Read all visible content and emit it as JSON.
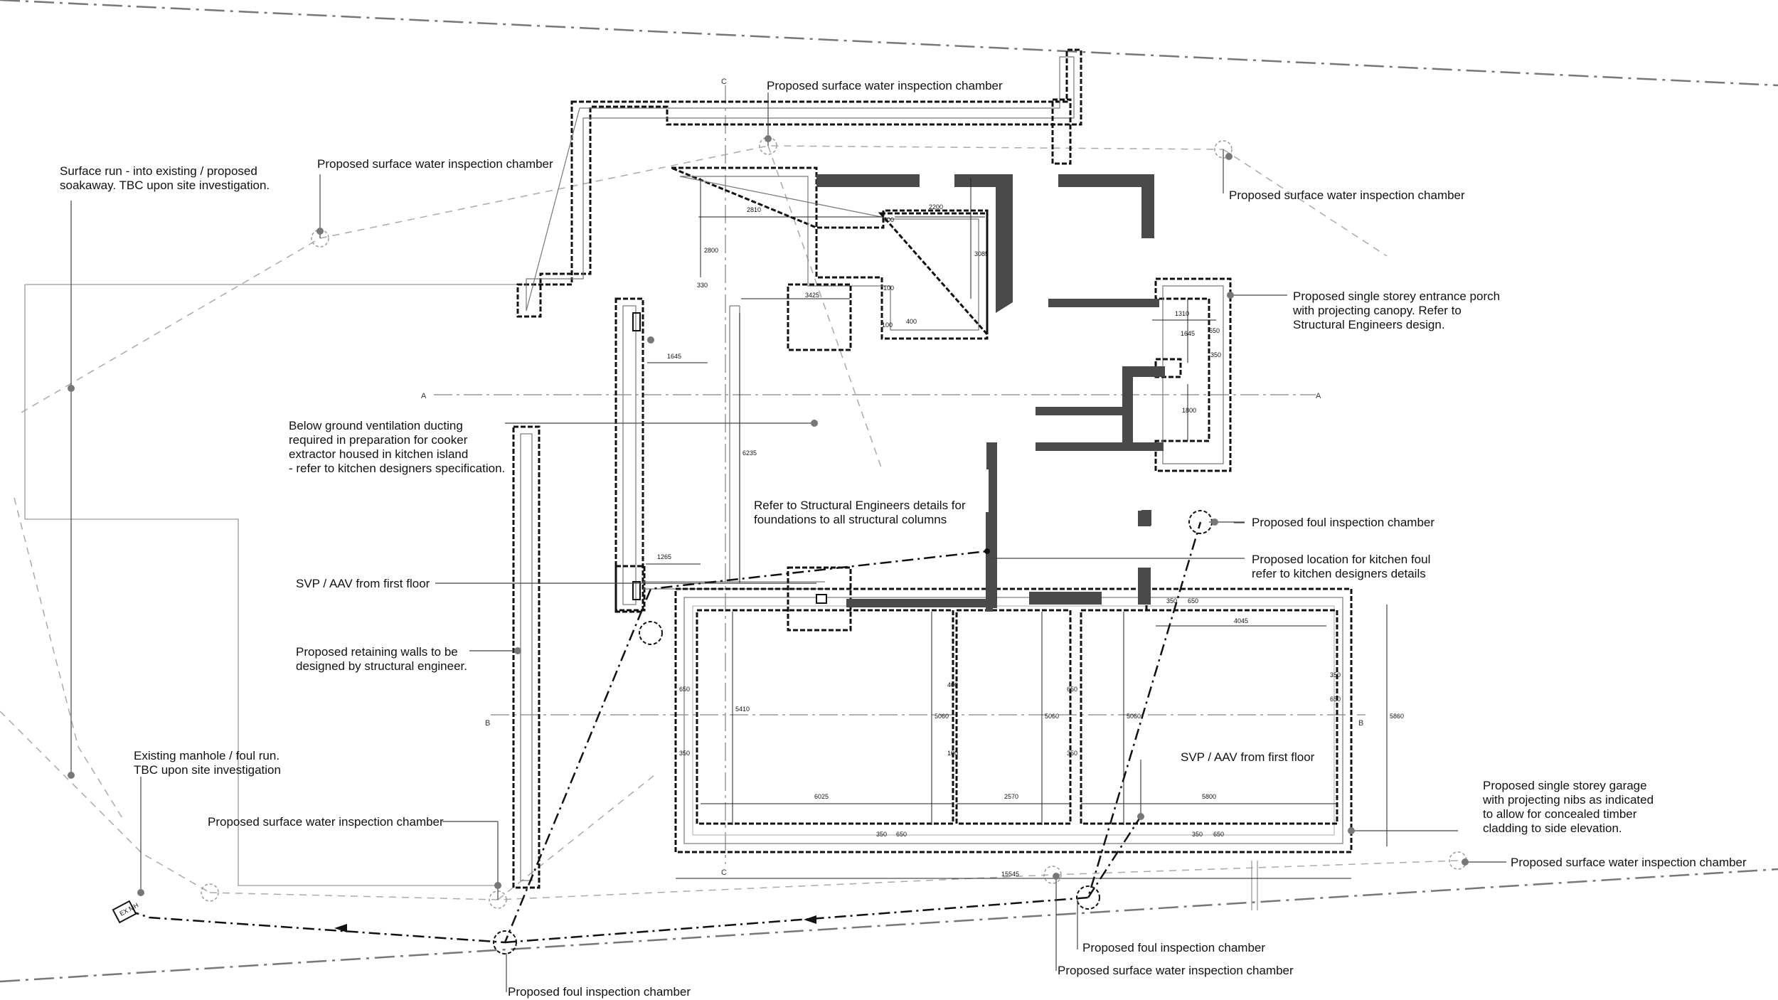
{
  "labels": {
    "sw_top": "Proposed surface water inspection chamber",
    "sw_left_top": "Proposed surface water inspection chamber",
    "sw_right_top": "Proposed surface water inspection chamber",
    "surface_run_l1": "Surface run - into existing / proposed",
    "surface_run_l2": "soakaway. TBC upon site investigation.",
    "porch_l1": "Proposed single storey entrance porch",
    "porch_l2": "with projecting canopy. Refer to",
    "porch_l3": "Structural Engineers design.",
    "vent_l1": "Below ground ventilation ducting",
    "vent_l2": "required in preparation for cooker",
    "vent_l3": "extractor housed in kitchen island",
    "vent_l4": "- refer to kitchen designers specification.",
    "struct_l1": "Refer to Structural Engineers details for",
    "struct_l2": "foundations to all structural columns",
    "foul_right": "Proposed foul inspection chamber",
    "kitchen_foul_l1": "Proposed location for kitchen foul",
    "kitchen_foul_l2": "refer to kitchen designers details",
    "svp_left": "SVP / AAV from first floor",
    "retaining_l1": "Proposed retaining walls to be",
    "retaining_l2": "designed by structural engineer.",
    "svp_right": "SVP / AAV from first floor",
    "manhole_l1": "Existing manhole / foul run.",
    "manhole_l2": "TBC upon site investigation",
    "sw_bottom_left": "Proposed surface water inspection chamber",
    "garage_l1": "Proposed single storey garage",
    "garage_l2": "with projecting nibs as indicated",
    "garage_l3": "to allow for concealed timber",
    "garage_l4": "cladding to side elevation.",
    "sw_bottom_right": "Proposed surface water inspection chamber",
    "foul_bottom_mid": "Proposed foul inspection chamber",
    "sw_bottom_mid": "Proposed surface water inspection chamber",
    "foul_bottom_left": "Proposed foul inspection chamber"
  },
  "sections": {
    "a": "A",
    "b": "B",
    "c": "C"
  },
  "dimensions": {
    "d2810": "2810",
    "d2200": "2200",
    "d2800": "2800",
    "d3085": "3085",
    "d330": "330",
    "d3425": "3425",
    "d100a": "100",
    "d400a": "400",
    "d1645": "1645",
    "d6235": "6235",
    "d1310": "1310",
    "d650a": "650",
    "d1645b": "1645",
    "d350a": "350",
    "d1800": "1800",
    "d1265": "1265",
    "d4045": "4045",
    "d6025": "6025",
    "d2570": "2570",
    "d5800": "5800",
    "d15545": "15545",
    "d5410": "5410",
    "d5060a": "5060",
    "d5060b": "5060",
    "d5060c": "5060",
    "d5860": "5860",
    "d650b": "650",
    "d350b": "350",
    "d650c": "650",
    "d350c": "350",
    "d400b": "400",
    "d100b": "100",
    "d350d": "350",
    "d650d": "650",
    "d350e": "350",
    "d650e": "650",
    "d350f": "350",
    "d650f": "650",
    "d350g": "350",
    "d650g": "650",
    "d400c": "400",
    "d100c": "100"
  },
  "manhole_tag": "EX MH"
}
